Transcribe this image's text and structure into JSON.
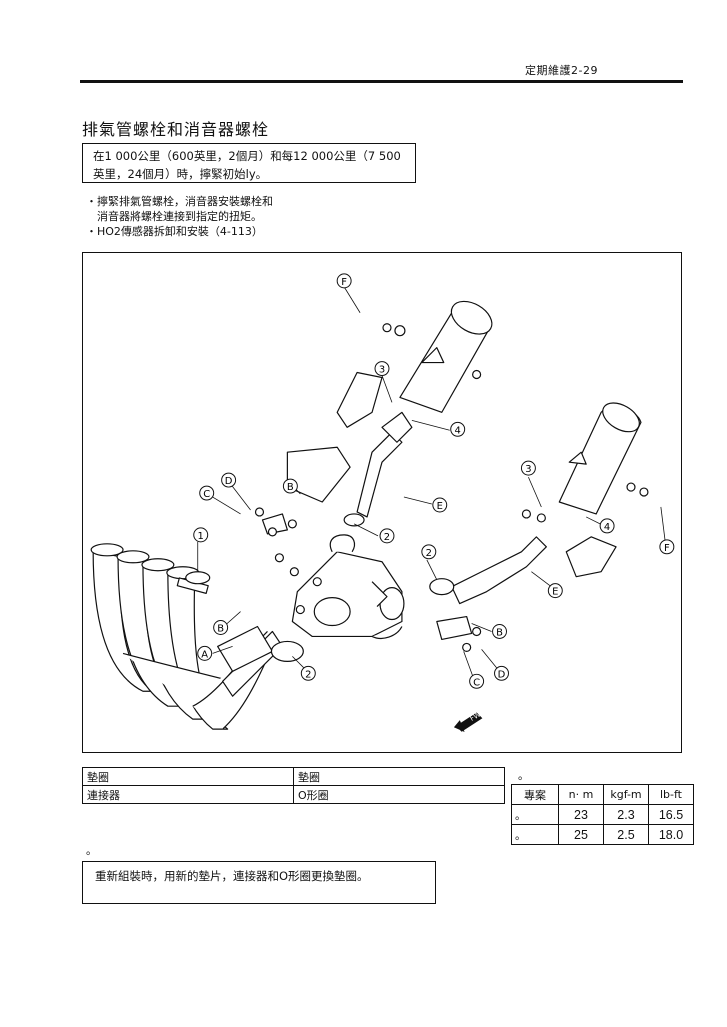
{
  "header": {
    "page_label": "定期維護2-29"
  },
  "title": "排氣管螺栓和消音器螺栓",
  "notice": {
    "line1": "在1 000公里（600英里，2個月）和每12 000公里（7 500",
    "line2": "英里，24個月）時，擰緊初始ly。"
  },
  "bullets": [
    "・擰緊排氣管螺栓，消音器安裝螺栓和",
    "　消音器將螺栓連接到指定的扭矩。",
    "・HO2傳感器拆卸和安裝（4-113）"
  ],
  "diagram": {
    "callouts": {
      "n1": "1",
      "n2": "2",
      "n3": "3",
      "n4": "4",
      "A": "A",
      "B": "B",
      "C": "C",
      "D": "D",
      "E": "E",
      "F": "F"
    },
    "fwd_label": "FWD"
  },
  "parts_table": {
    "rows": [
      [
        "墊圈",
        "墊圈"
      ],
      [
        "連接器",
        "O形圈"
      ]
    ]
  },
  "torque_table": {
    "dot_above": "。",
    "headers": [
      "專案",
      "n· m",
      "kgf-m",
      "lb-ft"
    ],
    "rows": [
      [
        "。",
        "23",
        "2.3",
        "16.5"
      ],
      [
        "。",
        "25",
        "2.5",
        "18.0"
      ]
    ]
  },
  "dot_left": "。",
  "note": "重新組裝時，用新的墊片，連接器和O形圈更換墊圈。"
}
